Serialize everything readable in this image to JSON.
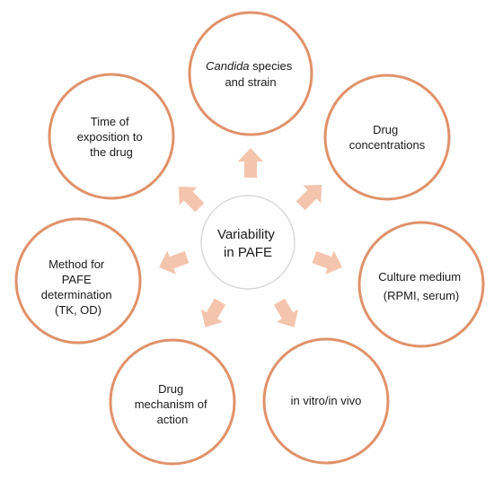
{
  "diagram": {
    "center": {
      "lines": [
        "Variability",
        "in PAFE"
      ]
    },
    "nodes": [
      {
        "id": "species",
        "italic_prefix": "Candida",
        "line1_rest": " species",
        "line2": "and strain"
      },
      {
        "id": "concentrations",
        "lines": [
          "Drug",
          "concentrations"
        ]
      },
      {
        "id": "medium",
        "lines": [
          "Culture medium",
          "(RPMI, serum)"
        ]
      },
      {
        "id": "vitro-vivo",
        "lines": [
          "in vitro/in vivo"
        ]
      },
      {
        "id": "mechanism",
        "lines": [
          "Drug",
          "mechanism of",
          "action"
        ]
      },
      {
        "id": "method",
        "lines": [
          "Method for",
          "PAFE",
          "determination",
          "(TK, OD)"
        ]
      },
      {
        "id": "exposition",
        "lines": [
          "Time of",
          "exposition to",
          "the drug"
        ]
      }
    ],
    "colors": {
      "circle_outline": "#e0916a",
      "arrow_fill": "#f5c4ad",
      "center_outline": "#d9d9d9"
    }
  }
}
